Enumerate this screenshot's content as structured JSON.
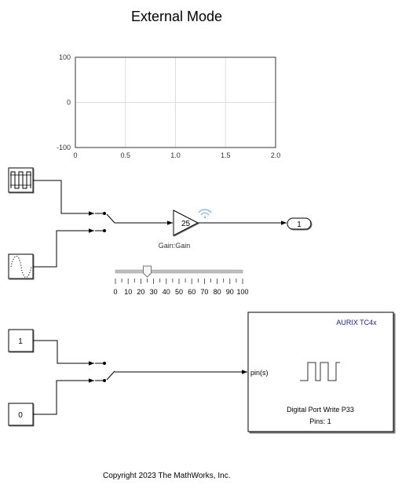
{
  "diagram": {
    "title": "External Mode",
    "copyright": "Copyright 2023 The MathWorks, Inc."
  },
  "chart_data": {
    "type": "line",
    "title": "",
    "xlabel": "",
    "ylabel": "",
    "xlim": [
      0,
      2.0
    ],
    "ylim": [
      -100,
      100
    ],
    "x_ticks": [
      "0",
      "0.5",
      "1.0",
      "1.5",
      "2.0"
    ],
    "y_ticks": [
      "100",
      "0",
      "-100"
    ],
    "grid": true,
    "series": []
  },
  "blocks": {
    "gain": {
      "value": "25",
      "label": "Gain:Gain"
    },
    "outport": {
      "label": "1"
    },
    "slider": {
      "value_fraction": 0.25,
      "ticks": [
        "0",
        "10",
        "20",
        "30",
        "40",
        "50",
        "60",
        "70",
        "80",
        "90",
        "100"
      ]
    },
    "const_one": {
      "label": "1"
    },
    "const_zero": {
      "label": "0"
    },
    "aurix": {
      "header": "AURIX TC4x",
      "port": "pin(s)",
      "name": "Digital Port Write  P33",
      "pins": "Pins: 1"
    }
  },
  "colors": {
    "aurix_header": "#1a1aa6",
    "wifi_icon": "#7ab0e0",
    "grid": "#dddddd",
    "slider_track": "#bdbdbd"
  }
}
